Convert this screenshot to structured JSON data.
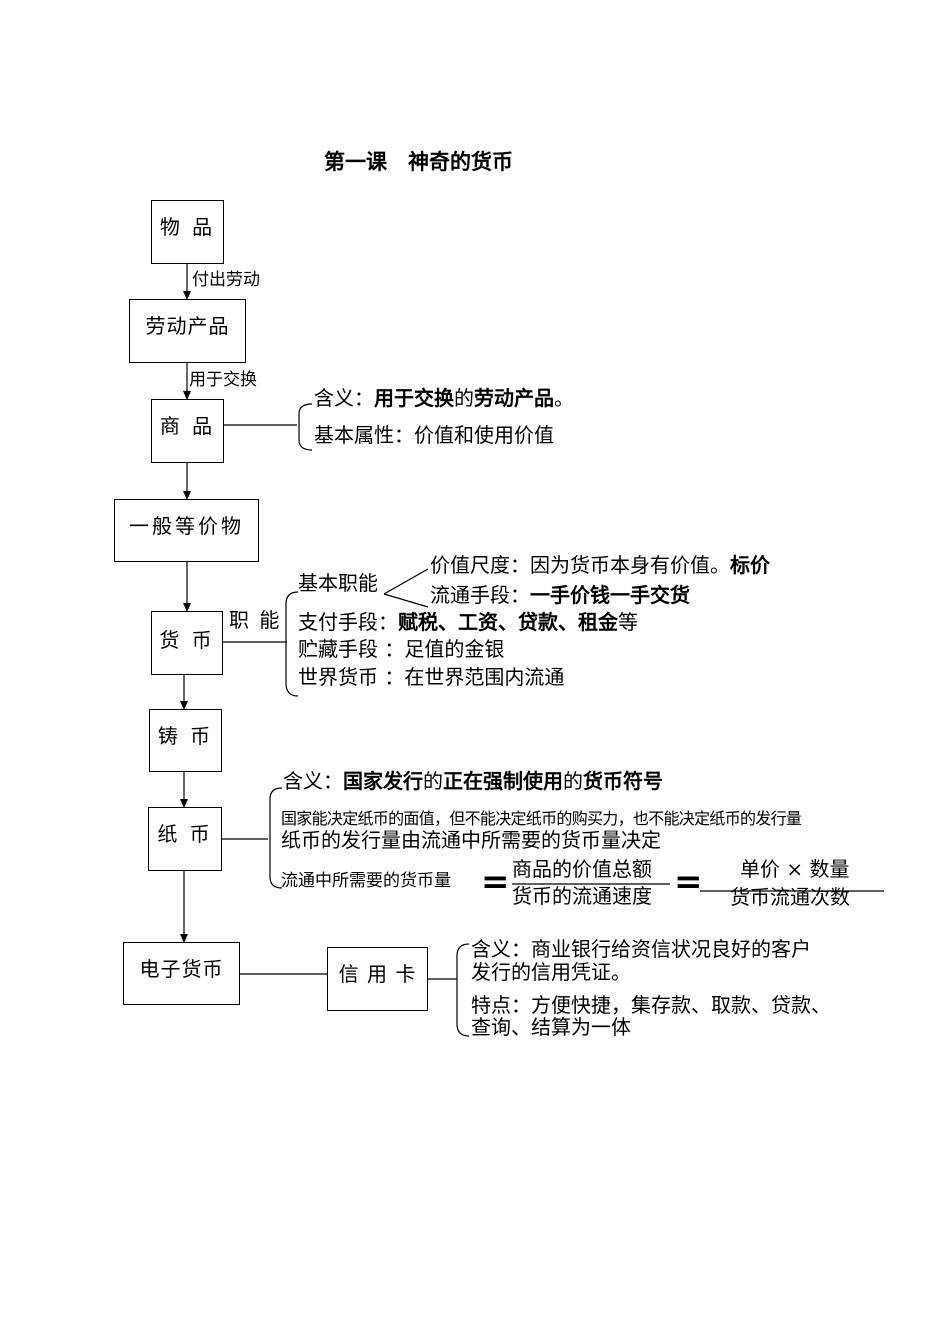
{
  "title": "第一课　神奇的货币",
  "flow": {
    "box1": "物 品",
    "edge1": "付出劳动",
    "box2": "劳动产品",
    "edge2": "用于交换",
    "box3": "商 品",
    "box4": "一般等价物",
    "box5": "货 币",
    "edge5": "职 能",
    "box6": "铸 币",
    "box7": "纸 币",
    "box8": "电子货币",
    "box9": "信 用 卡"
  },
  "commodity": {
    "meaning_prefix": "含义：",
    "meaning_b1": "用于交换",
    "meaning_mid": "的",
    "meaning_b2": "劳动产品",
    "meaning_end": "。",
    "attributes": "基本属性：价值和使用价值"
  },
  "functions": {
    "basic": "基本职能",
    "value_measure_text": "价值尺度：因为货币本身有价值。",
    "value_measure_bold": "标价",
    "circulation_prefix": "流通手段：",
    "circulation_bold": "一手价钱一手交货",
    "payment_prefix": "支付手段：",
    "payment_bold": "赋税、工资、贷款、租金",
    "payment_suffix": "等",
    "storage": "贮藏手段 ：足值的金银",
    "world": "世界货币 ：在世界范围内流通"
  },
  "paper": {
    "meaning_prefix": "含义：",
    "meaning_b1": "国家发行",
    "meaning_mid1": "的",
    "meaning_b2": "正在强制使用",
    "meaning_mid2": "的",
    "meaning_b3": "货币符号",
    "note1": "国家能决定纸币的面值，但不能决定纸币的购买力，也不能决定纸币的发行量",
    "note2": "纸币的发行量由流通中所需要的货币量决定",
    "formula_label": "流通中所需要的货币量",
    "eq": "=",
    "frac1_num": "商品的价值总额",
    "frac1_den": "货币的流通速度",
    "frac2_num": "单价 × 数量",
    "frac2_den": "货币流通次数"
  },
  "credit": {
    "meaning_line1": "含义：商业银行给资信状况良好的客户",
    "meaning_line2": "发行的信用凭证。",
    "feature_line1": "特点：方便快捷，集存款、取款、贷款、",
    "feature_line2": "查询、结算为一体"
  }
}
